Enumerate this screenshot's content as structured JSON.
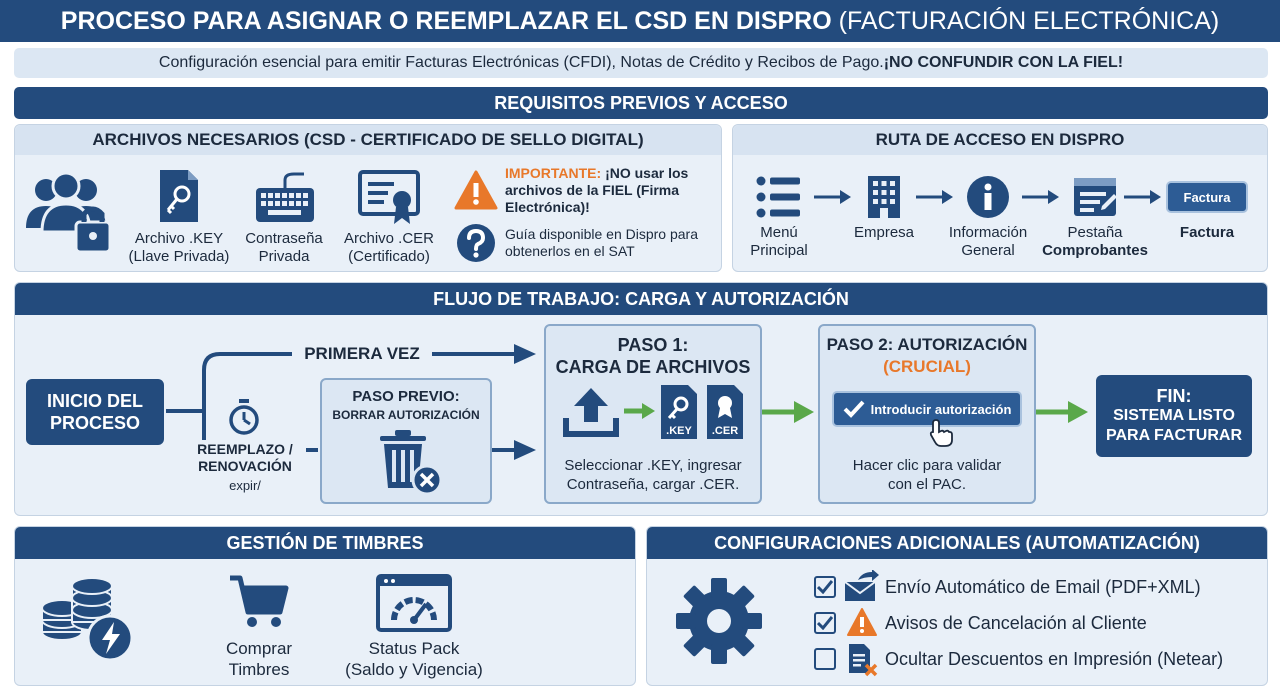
{
  "title": {
    "main": "PROCESO PARA ASIGNAR O REEMPLAZAR EL CSD EN DISPRO",
    "paren": "(FACTURACIÓN ELECTRÓNICA)"
  },
  "subtitle": {
    "text": "Configuración esencial para emitir Facturas Electrónicas (CFDI), Notas de Crédito y Recibos de Pago. ",
    "warning": "¡NO CONFUNDIR CON LA FIEL!"
  },
  "requisitos": {
    "header": "REQUISITOS PREVIOS Y ACCESO",
    "archivos": {
      "header": "ARCHIVOS NECESARIOS (CSD - CERTIFICADO DE SELLO DIGITAL)",
      "key_label": [
        "Archivo .KEY",
        "(Llave Privada)"
      ],
      "pwd_label": [
        "Contraseña",
        "Privada"
      ],
      "cer_label": [
        "Archivo .CER",
        "(Certificado)"
      ],
      "important_label": "IMPORTANTE:",
      "important_text": "¡NO usar los archivos de la FIEL (Firma Electrónica)!",
      "guide_text": "Guía disponible en Dispro para obtenerlos en el SAT"
    },
    "ruta": {
      "header": "RUTA DE ACCESO EN DISPRO",
      "menu": [
        "Menú",
        "Principal"
      ],
      "empresa": "Empresa",
      "info": [
        "Información",
        "General"
      ],
      "pestana": "Pestaña",
      "comprobantes": "Comprobantes",
      "factura_btn": "Factura",
      "factura_label": "Factura"
    }
  },
  "flujo": {
    "header": "FLUJO DE TRABAJO: CARGA Y AUTORIZACIÓN",
    "inicio": [
      "INICIO DEL",
      "PROCESO"
    ],
    "primera_vez": "PRIMERA VEZ",
    "reemplazo": [
      "REEMPLAZO /",
      "RENOVACIÓN"
    ],
    "expir": "expir/",
    "paso_previo": [
      "PASO PREVIO:",
      "BORRAR AUTORIZACIÓN"
    ],
    "paso1_title": [
      "PASO 1:",
      "CARGA DE ARCHIVOS"
    ],
    "key_tag": ".KEY",
    "cer_tag": ".CER",
    "paso1_desc": [
      "Seleccionar .KEY, ingresar",
      "Contraseña, cargar .CER."
    ],
    "paso2_title": "PASO 2: AUTORIZACIÓN",
    "paso2_crucial": "(CRUCIAL)",
    "auth_btn": "Introducir autorización",
    "paso2_desc": [
      "Hacer clic para validar",
      "con el PAC."
    ],
    "fin": [
      "FIN:",
      "SISTEMA LISTO",
      "PARA FACTURAR"
    ]
  },
  "timbres": {
    "header": "GESTIÓN DE TIMBRES",
    "comprar": [
      "Comprar",
      "Timbres"
    ],
    "status": [
      "Status Pack",
      "(Saldo y Vigencia)"
    ]
  },
  "config": {
    "header": "CONFIGURACIONES ADICIONALES (AUTOMATIZACIÓN)",
    "items": [
      {
        "label": "Envío Automático de Email (PDF+XML)",
        "checked": true
      },
      {
        "label": "Avisos de Cancelación al Cliente",
        "checked": true
      },
      {
        "label": "Ocultar Descuentos en Impresión (Netear)",
        "checked": false
      }
    ]
  },
  "colors": {
    "navy": "#234b7d",
    "orange": "#e8782a",
    "green": "#5aa84a",
    "panel": "#e9f0f8"
  }
}
